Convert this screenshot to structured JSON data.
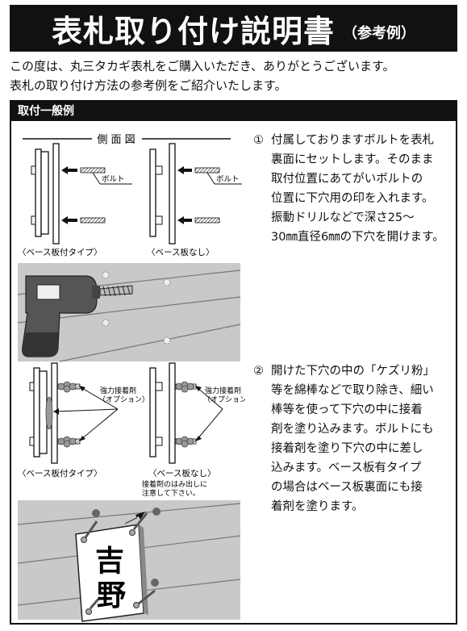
{
  "header": {
    "title": "表札取り付け説明書",
    "subtitle": "（参考例）"
  },
  "intro": {
    "line1": "この度は、丸三タカギ表札をご購入いただき、ありがとうございます。",
    "line2": "表札の取り付け方法の参考例をご紹介いたします。"
  },
  "section": {
    "title": "取付一般例"
  },
  "figure1": {
    "side_view_label": "側 面 図",
    "bolt_label_left": "ボルト",
    "bolt_label_right": "ボルト",
    "caption_left": "〈ベース板付タイプ〉",
    "caption_right": "〈ベース板なし〉"
  },
  "figure2": {
    "adhesive_label_left_1": "強力接着剤",
    "adhesive_label_left_2": "（オプション）",
    "adhesive_label_right_1": "強力接着剤",
    "adhesive_label_right_2": "（オプション）",
    "caption_left": "〈ベース板付タイプ〉",
    "caption_right": "〈ベース板なし〉",
    "note_1": "接着剤のはみ出しに",
    "note_2": "注意して下さい。"
  },
  "nameplate": {
    "char1": "吉",
    "char2": "野"
  },
  "steps": [
    {
      "number": "①",
      "lines": [
        "付属しておりますボルトを表札",
        "裏面にセットします。そのまま",
        "取付位置にあてがいボルトの",
        "位置に下穴用の印を入れます。",
        "振動ドリルなどで深さ25～",
        "30㎜直径6㎜の下穴を開けます。"
      ]
    },
    {
      "number": "②",
      "lines": [
        "開けた下穴の中の「ケズリ粉」",
        "等を綿棒などで取り除き、細い",
        "棒等を使って下穴の中に接着",
        "剤を塗り込みます。ボルトにも",
        "接着剤を塗り下穴の中に差し",
        "込みます。ベース板有タイプ",
        "の場合はベース板裏面にも接",
        "着剤を塗ります。"
      ]
    }
  ]
}
